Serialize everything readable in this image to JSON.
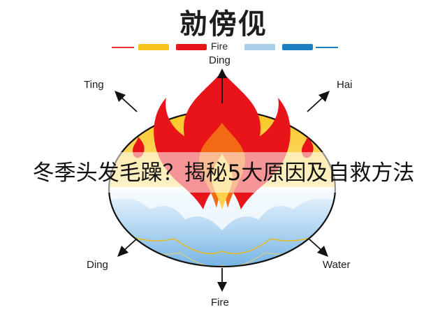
{
  "title": "勍傍伣",
  "legend": {
    "label": "Fire",
    "colors": [
      "#e53935",
      "#f7c21a",
      "#e8141a",
      "#a9cfe8",
      "#1c7fc4",
      "#1c7fc4"
    ]
  },
  "labels": {
    "top": "Ding",
    "top_left": "Ting",
    "top_right": "Hai",
    "bottom_left": "Ding",
    "bottom_right": "Water",
    "bottom": "Fire"
  },
  "banner": {
    "text": "冬季头发毛躁？揭秘5大原因及自救方法"
  },
  "colors": {
    "upper_fill": "#f7c21a",
    "lower_fill": "#8fc2ea",
    "flame_red": "#e8141a",
    "flame_orange": "#f46a14",
    "outline": "#111111"
  }
}
